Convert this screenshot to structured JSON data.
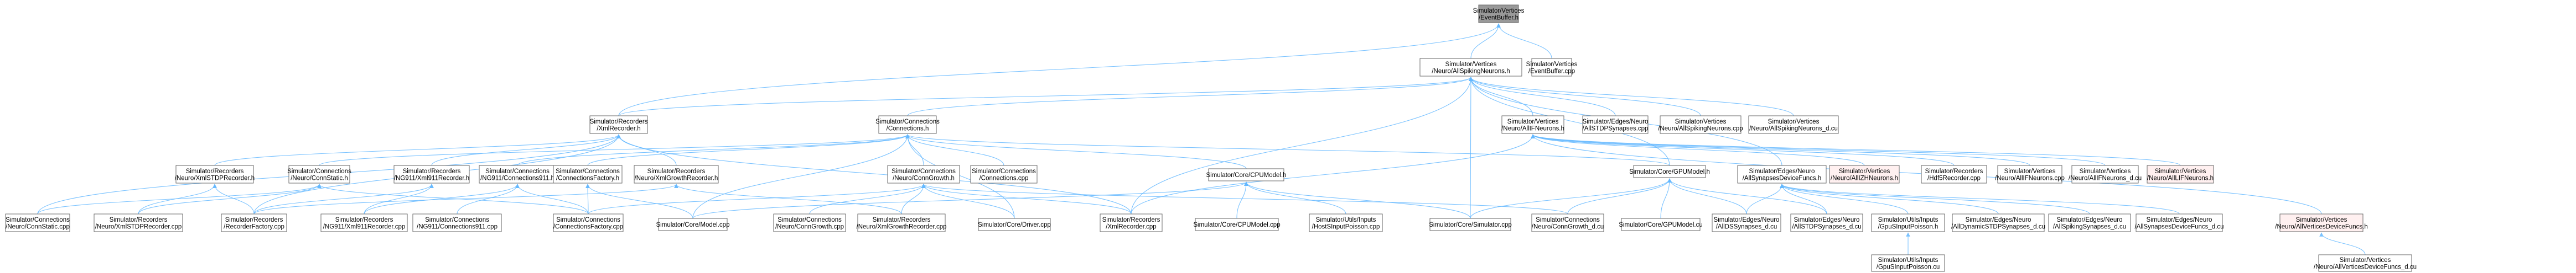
{
  "diagram": {
    "type": "include-dependency-graph",
    "colors": {
      "root_fill": "#999999",
      "node_fill": "#ffffff",
      "missing_fill": "#fff0f0",
      "missing_border": "#cc0000",
      "node_border": "#666666",
      "edge": "#63b8ff"
    },
    "nodes": [
      {
        "id": "root",
        "lines": [
          "Simulator/Vertices",
          "/EventBuffer.h"
        ],
        "style": "root"
      },
      {
        "id": "ebcpp",
        "lines": [
          "Simulator/Vertices",
          "/EventBuffer.cpp"
        ]
      },
      {
        "id": "allspk",
        "lines": [
          "Simulator/Vertices",
          "/Neuro/AllSpikingNeurons.h"
        ]
      },
      {
        "id": "xmlrec",
        "lines": [
          "Simulator/Recorders",
          "/XmlRecorder.h"
        ]
      },
      {
        "id": "conn",
        "lines": [
          "Simulator/Connections",
          "/Connections.h"
        ]
      },
      {
        "id": "allif",
        "lines": [
          "Simulator/Vertices",
          "/Neuro/AllIFNeurons.h"
        ]
      },
      {
        "id": "alstdpsyn",
        "lines": [
          "Simulator/Edges/Neuro",
          "/AllSTDPSynapses.cpp"
        ]
      },
      {
        "id": "alspkcpp",
        "lines": [
          "Simulator/Vertices",
          "/Neuro/AllSpikingNeurons.cpp"
        ]
      },
      {
        "id": "alspkcu",
        "lines": [
          "Simulator/Vertices",
          "/Neuro/AllSpikingNeurons_d.cu"
        ]
      },
      {
        "id": "xmlstdp",
        "lines": [
          "Simulator/Recorders",
          "/Neuro/XmlSTDPRecorder.h"
        ]
      },
      {
        "id": "connstatic",
        "lines": [
          "Simulator/Connections",
          "/Neuro/ConnStatic.h"
        ]
      },
      {
        "id": "ng911rec",
        "lines": [
          "Simulator/Recorders",
          "/NG911/Xml911Recorder.h"
        ]
      },
      {
        "id": "conn911",
        "lines": [
          "Simulator/Connections",
          "/NG911/Connections911.h"
        ]
      },
      {
        "id": "connfact",
        "lines": [
          "Simulator/Connections",
          "/ConnectionsFactory.h"
        ]
      },
      {
        "id": "xmlgrowth",
        "lines": [
          "Simulator/Recorders",
          "/Neuro/XmlGrowthRecorder.h"
        ]
      },
      {
        "id": "conngrowth",
        "lines": [
          "Simulator/Connections",
          "/Neuro/ConnGrowth.h"
        ]
      },
      {
        "id": "conncpp",
        "lines": [
          "Simulator/Connections",
          "/Connections.cpp"
        ]
      },
      {
        "id": "cpumodel",
        "lines": [
          "Simulator/Core/CPUModel.h"
        ]
      },
      {
        "id": "gpumodel",
        "lines": [
          "Simulator/Core/GPUModel.h"
        ]
      },
      {
        "id": "alsyndev",
        "lines": [
          "Simulator/Edges/Neuro",
          "/AllSynapsesDeviceFuncs.h"
        ]
      },
      {
        "id": "allizh",
        "lines": [
          "Simulator/Vertices",
          "/Neuro/AllIZHNeurons.h"
        ],
        "style": "missing"
      },
      {
        "id": "hdf5",
        "lines": [
          "Simulator/Recorders",
          "/Hdf5Recorder.cpp"
        ]
      },
      {
        "id": "alifcpp",
        "lines": [
          "Simulator/Vertices",
          "/Neuro/AllIFNeurons.cpp"
        ]
      },
      {
        "id": "alifcu",
        "lines": [
          "Simulator/Vertices",
          "/Neuro/AllIFNeurons_d.cu"
        ]
      },
      {
        "id": "allif2",
        "lines": [
          "Simulator/Vertices",
          "/Neuro/AllLIFNeurons.h"
        ],
        "style": "missing"
      },
      {
        "id": "connstaticcpp",
        "lines": [
          "Simulator/Connections",
          "/Neuro/ConnStatic.cpp"
        ]
      },
      {
        "id": "xmlstdpcpp",
        "lines": [
          "Simulator/Recorders",
          "/Neuro/XmlSTDPRecorder.cpp"
        ]
      },
      {
        "id": "recfact",
        "lines": [
          "Simulator/Recorders",
          "/RecorderFactory.cpp"
        ]
      },
      {
        "id": "xml911cpp",
        "lines": [
          "Simulator/Recorders",
          "/NG911/Xml911Recorder.cpp"
        ]
      },
      {
        "id": "conn911cpp",
        "lines": [
          "Simulator/Connections",
          "/NG911/Connections911.cpp"
        ]
      },
      {
        "id": "connfactcpp",
        "lines": [
          "Simulator/Connections",
          "/ConnectionsFactory.cpp"
        ]
      },
      {
        "id": "modelcpp",
        "lines": [
          "Simulator/Core/Model.cpp"
        ]
      },
      {
        "id": "conngrowthcpp",
        "lines": [
          "Simulator/Connections",
          "/Neuro/ConnGrowth.cpp"
        ]
      },
      {
        "id": "xmlgrowthcpp",
        "lines": [
          "Simulator/Recorders",
          "/Neuro/XmlGrowthRecorder.cpp"
        ]
      },
      {
        "id": "drivercpp",
        "lines": [
          "Simulator/Core/Driver.cpp"
        ]
      },
      {
        "id": "xmlreccpp",
        "lines": [
          "Simulator/Recorders",
          "/XmlRecorder.cpp"
        ]
      },
      {
        "id": "cpumodelcpp",
        "lines": [
          "Simulator/Core/CPUModel.cpp"
        ]
      },
      {
        "id": "hostpoisson",
        "lines": [
          "Simulator/Utils/Inputs",
          "/HostSInputPoisson.cpp"
        ]
      },
      {
        "id": "simcpp",
        "lines": [
          "Simulator/Core/Simulator.cpp"
        ]
      },
      {
        "id": "conngrowthcu",
        "lines": [
          "Simulator/Connections",
          "/Neuro/ConnGrowth_d.cu"
        ]
      },
      {
        "id": "gpumodelcu",
        "lines": [
          "Simulator/Core/GPUModel.cu"
        ]
      },
      {
        "id": "alldssyn",
        "lines": [
          "Simulator/Edges/Neuro",
          "/AllDSSynapses_d.cu"
        ]
      },
      {
        "id": "allstdpcu",
        "lines": [
          "Simulator/Edges/Neuro",
          "/AllSTDPSynapses_d.cu"
        ]
      },
      {
        "id": "gpupoissonh",
        "lines": [
          "Simulator/Utils/Inputs",
          "/GpuSInputPoisson.h"
        ]
      },
      {
        "id": "alldynstdp",
        "lines": [
          "Simulator/Edges/Neuro",
          "/AllDynamicSTDPSynapses_d.cu"
        ]
      },
      {
        "id": "allspksyn",
        "lines": [
          "Simulator/Edges/Neuro",
          "/AllSpikingSynapses_d.cu"
        ]
      },
      {
        "id": "alsyndevcu",
        "lines": [
          "Simulator/Edges/Neuro",
          "/AllSynapsesDeviceFuncs_d.cu"
        ]
      },
      {
        "id": "alvertdev",
        "lines": [
          "Simulator/Vertices",
          "/Neuro/AllVerticesDeviceFuncs.h"
        ],
        "style": "missing"
      },
      {
        "id": "gpupoissoncu",
        "lines": [
          "Simulator/Utils/Inputs",
          "/GpuSInputPoisson.cu"
        ]
      },
      {
        "id": "alvertdevcu",
        "lines": [
          "Simulator/Vertices",
          "/Neuro/AllVerticesDeviceFuncs_d.cu"
        ]
      }
    ],
    "edges": [
      [
        "ebcpp",
        "root"
      ],
      [
        "allspk",
        "root"
      ],
      [
        "xmlrec",
        "root"
      ],
      [
        "xmlrec",
        "allspk"
      ],
      [
        "conn",
        "allspk"
      ],
      [
        "allif",
        "allspk"
      ],
      [
        "alstdpsyn",
        "allspk"
      ],
      [
        "alspkcpp",
        "allspk"
      ],
      [
        "alspkcu",
        "allspk"
      ],
      [
        "alsyndev",
        "allspk"
      ],
      [
        "gpumodel",
        "allspk"
      ],
      [
        "xmlreccpp",
        "allspk"
      ],
      [
        "simcpp",
        "allspk"
      ],
      [
        "xmlstdp",
        "xmlrec"
      ],
      [
        "xmlgrowth",
        "xmlrec"
      ],
      [
        "ng911rec",
        "xmlrec"
      ],
      [
        "xmlreccpp",
        "xmlrec"
      ],
      [
        "recfact",
        "xmlrec"
      ],
      [
        "connstaticcpp",
        "xmlrec"
      ],
      [
        "connstatic",
        "conn"
      ],
      [
        "conn911",
        "conn"
      ],
      [
        "connfact",
        "conn"
      ],
      [
        "conngrowth",
        "conn"
      ],
      [
        "conncpp",
        "conn"
      ],
      [
        "cpumodel",
        "conn"
      ],
      [
        "gpumodel",
        "conn"
      ],
      [
        "modelcpp",
        "conn"
      ],
      [
        "drivercpp",
        "conn"
      ],
      [
        "allizh",
        "allif"
      ],
      [
        "hdf5",
        "allif"
      ],
      [
        "alifcpp",
        "allif"
      ],
      [
        "alifcu",
        "allif"
      ],
      [
        "allif2",
        "allif"
      ],
      [
        "xmlreccpp",
        "allif"
      ],
      [
        "alvertdev",
        "allif"
      ],
      [
        "xmlstdpcpp",
        "xmlstdp"
      ],
      [
        "recfact",
        "xmlstdp"
      ],
      [
        "connstaticcpp",
        "connstatic"
      ],
      [
        "connfactcpp",
        "connstatic"
      ],
      [
        "xmlstdpcpp",
        "connstatic"
      ],
      [
        "xml911cpp",
        "ng911rec"
      ],
      [
        "recfact",
        "ng911rec"
      ],
      [
        "conn911cpp",
        "conn911"
      ],
      [
        "xml911cpp",
        "conn911"
      ],
      [
        "connfactcpp",
        "conn911"
      ],
      [
        "connfactcpp",
        "connfact"
      ],
      [
        "modelcpp",
        "connfact"
      ],
      [
        "xmlgrowthcpp",
        "xmlgrowth"
      ],
      [
        "recfact",
        "xmlgrowth"
      ],
      [
        "conngrowthcpp",
        "conngrowth"
      ],
      [
        "xmlgrowthcpp",
        "conngrowth"
      ],
      [
        "connfactcpp",
        "conngrowth"
      ],
      [
        "conngrowthcu",
        "conngrowth"
      ],
      [
        "drivercpp",
        "conngrowth"
      ],
      [
        "xmlreccpp",
        "conngrowth"
      ],
      [
        "cpumodelcpp",
        "cpumodel"
      ],
      [
        "hostpoisson",
        "cpumodel"
      ],
      [
        "simcpp",
        "cpumodel"
      ],
      [
        "modelcpp",
        "cpumodel"
      ],
      [
        "gpumodelcu",
        "gpumodel"
      ],
      [
        "conngrowthcu",
        "gpumodel"
      ],
      [
        "alldssyn",
        "gpumodel"
      ],
      [
        "allstdpcu",
        "gpumodel"
      ],
      [
        "simcpp",
        "gpumodel"
      ],
      [
        "alldssyn",
        "alsyndev"
      ],
      [
        "allstdpcu",
        "alsyndev"
      ],
      [
        "gpupoissonh",
        "alsyndev"
      ],
      [
        "alldynstdp",
        "alsyndev"
      ],
      [
        "allspksyn",
        "alsyndev"
      ],
      [
        "alsyndevcu",
        "alsyndev"
      ],
      [
        "gpupoissoncu",
        "gpupoissonh"
      ],
      [
        "alvertdevcu",
        "alvertdev"
      ]
    ]
  }
}
